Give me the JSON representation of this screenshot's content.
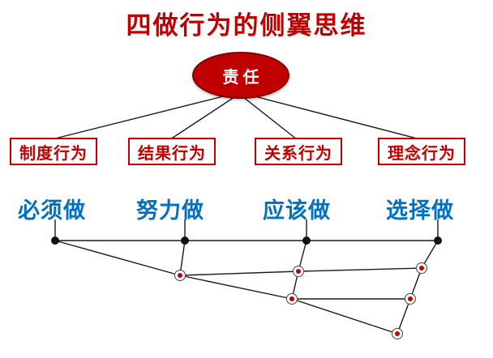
{
  "title": "四做行为的侧翼思维",
  "root_node": {
    "label": "责任"
  },
  "branches": [
    {
      "category": "制度行为",
      "behavior": "必须做"
    },
    {
      "category": "结果行为",
      "behavior": "努力做"
    },
    {
      "category": "关系行为",
      "behavior": "应该做"
    },
    {
      "category": "理念行为",
      "behavior": "选择做"
    }
  ],
  "colors": {
    "accent_red": "#C00000",
    "behavior_blue": "#0070C0",
    "line_black": "#1A1A1A",
    "ellipse_text": "#FFFFFF"
  },
  "lattice": {
    "description": "staircase dot lattice under behavior labels; columns descend 0,1,2,3 levels toward bottom-right",
    "black_dots": 4,
    "red_dot_levels_per_column": [
      0,
      1,
      2,
      3
    ]
  }
}
